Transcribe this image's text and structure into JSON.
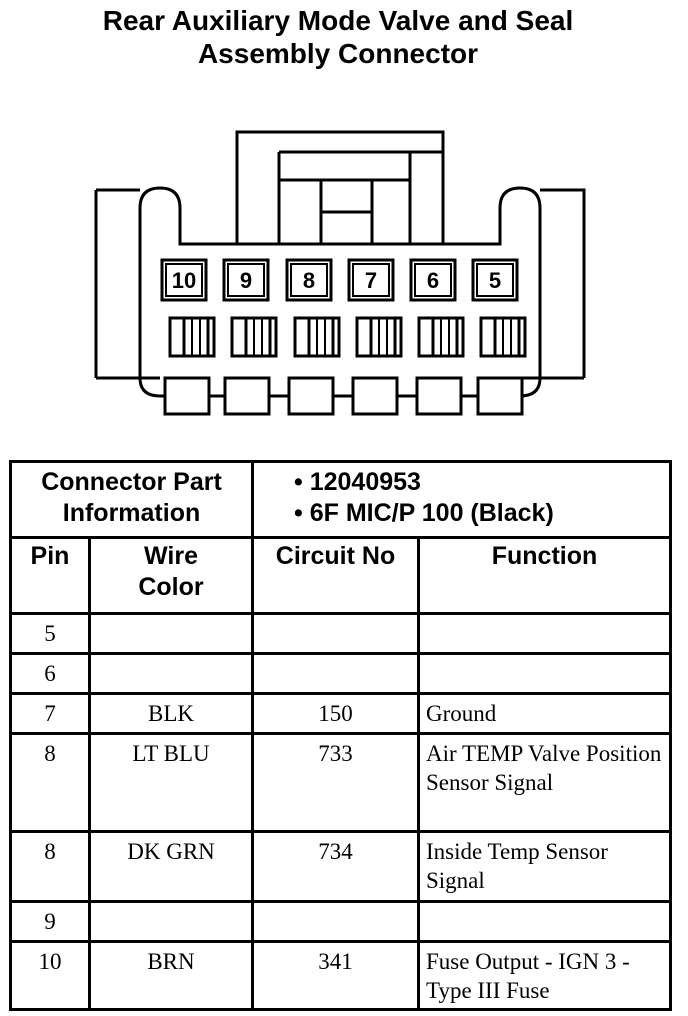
{
  "title": {
    "line1": "Rear Auxiliary Mode Valve and Seal",
    "line2": "Assembly Connector"
  },
  "connector": {
    "cavity_labels": [
      "10",
      "9",
      "8",
      "7",
      "6",
      "5"
    ]
  },
  "part_info": {
    "label_line1": "Connector Part",
    "label_line2": "Information",
    "items": [
      "• 12040953",
      "• 6F MIC/P 100 (Black)"
    ]
  },
  "headers": {
    "pin": "Pin",
    "wire_color_line1": "Wire",
    "wire_color_line2": "Color",
    "circuit": "Circuit No",
    "function": "Function"
  },
  "rows": [
    {
      "pin": "5",
      "color": "",
      "circuit": "",
      "function": ""
    },
    {
      "pin": "6",
      "color": "",
      "circuit": "",
      "function": ""
    },
    {
      "pin": "7",
      "color": "BLK",
      "circuit": "150",
      "function": "Ground"
    },
    {
      "pin": "8",
      "color": "LT BLU",
      "circuit": "733",
      "function": "Air TEMP Valve Position Sensor Signal"
    },
    {
      "pin": "8",
      "color": "DK GRN",
      "circuit": "734",
      "function": "Inside Temp Sensor Signal"
    },
    {
      "pin": "9",
      "color": "",
      "circuit": "",
      "function": ""
    },
    {
      "pin": "10",
      "color": "BRN",
      "circuit": "341",
      "function": "Fuse Output - IGN 3 - Type III Fuse"
    }
  ]
}
